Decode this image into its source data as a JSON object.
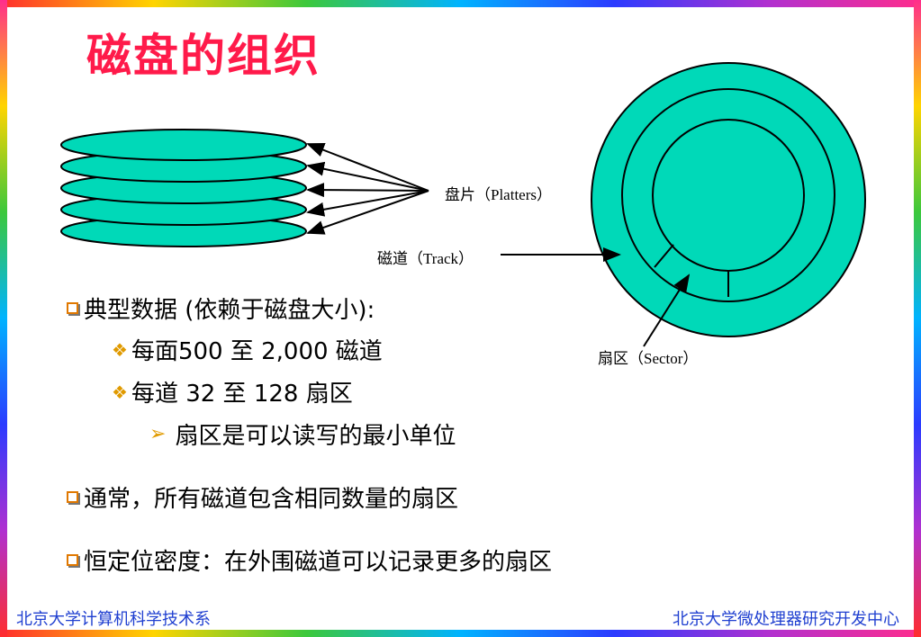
{
  "title": "磁盘的组织",
  "diagram": {
    "platters_label": "盘片（Platters）",
    "track_label": "磁道（Track）",
    "sector_label": "扇区（Sector）",
    "fill_color": "#00d9b8",
    "stroke_color": "#000000"
  },
  "bullets": {
    "b1": "典型数据 (依赖于磁盘大小):",
    "b1a": "每面500 至 2,000 磁道",
    "b1b": "每道 32 至 128 扇区",
    "b1b1": "扇区是可以读写的最小单位",
    "b2": "通常，所有磁道包含相同数量的扇区",
    "b3": "恒定位密度：在外围磁道可以记录更多的扇区"
  },
  "footer": {
    "left": "北京大学计算机科学技术系",
    "right": "北京大学微处理器研究开发中心"
  },
  "colors": {
    "title": "#ff1a4a",
    "bullet_marker": "#e07800",
    "footer_text": "#1f3fd0"
  }
}
